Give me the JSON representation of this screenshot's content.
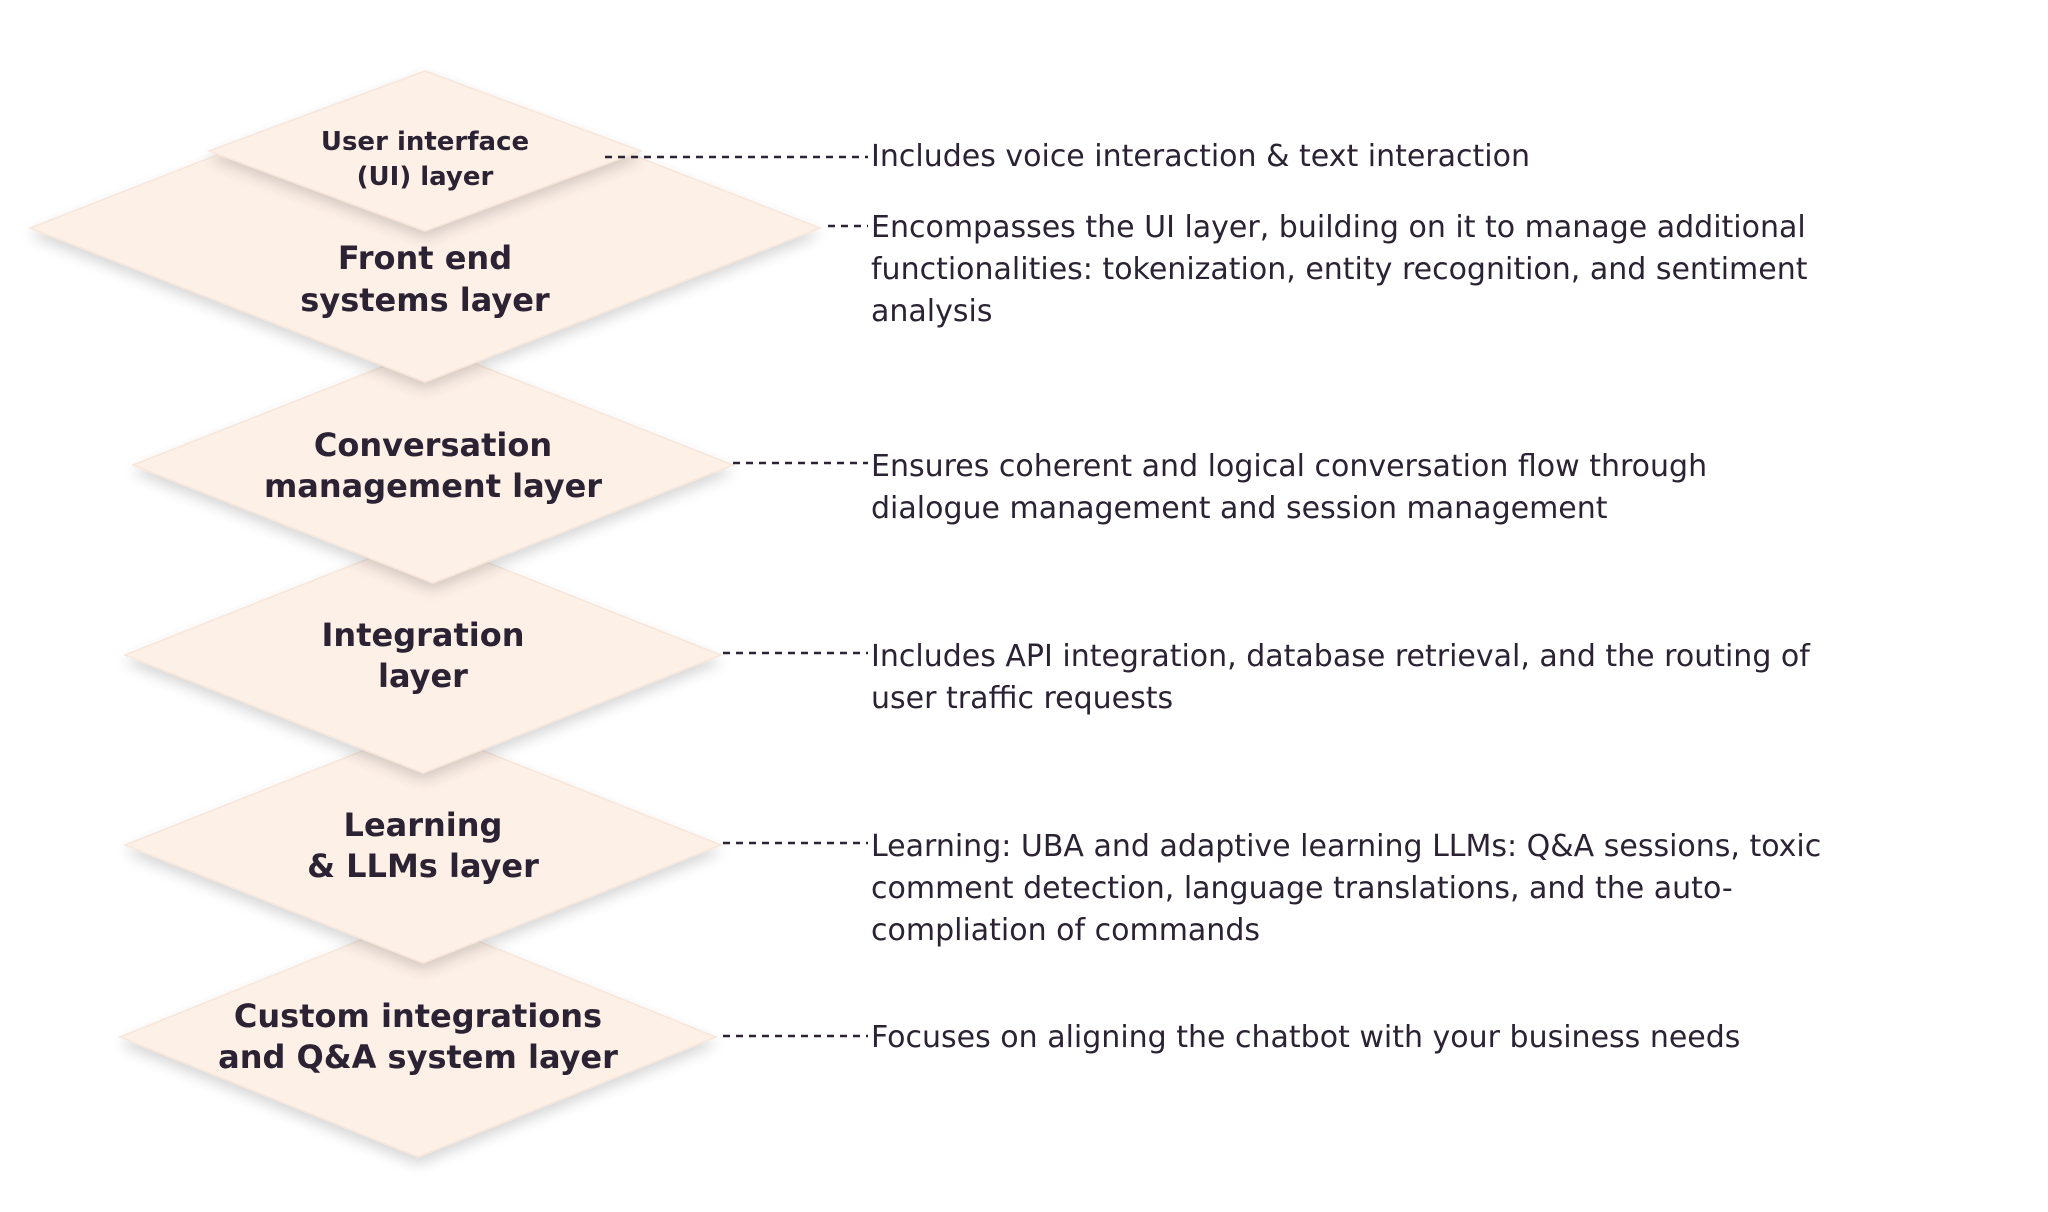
{
  "colors": {
    "diamond_fill": "#fdf0e7",
    "text": "#2b2233"
  },
  "layers": [
    {
      "id": "ui",
      "label_lines": [
        "User interface",
        "(UI) layer"
      ],
      "description_lines": [
        "Includes voice interaction & text interaction"
      ]
    },
    {
      "id": "front-end",
      "label_lines": [
        "Front end",
        "systems layer"
      ],
      "description_lines": [
        "Encompasses the UI layer, building on it to manage additional",
        "functionalities: tokenization, entity recognition, and sentiment",
        "analysis"
      ]
    },
    {
      "id": "conversation",
      "label_lines": [
        "Conversation",
        "management layer"
      ],
      "description_lines": [
        "Ensures coherent and logical conversation flow through",
        "dialogue management and session management"
      ]
    },
    {
      "id": "integration",
      "label_lines": [
        "Integration",
        "layer"
      ],
      "description_lines": [
        "Includes API integration, database retrieval, and the routing of",
        "user traffic requests"
      ]
    },
    {
      "id": "learning",
      "label_lines": [
        "Learning",
        "& LLMs layer"
      ],
      "description_lines": [
        "Learning: UBA and adaptive learning LLMs: Q&A sessions, toxic",
        "comment detection, language translations, and the auto-",
        "compliation of commands"
      ]
    },
    {
      "id": "custom",
      "label_lines": [
        "Custom integrations",
        "and Q&A system layer"
      ],
      "description_lines": [
        "Focuses on aligning the chatbot with your business needs"
      ]
    }
  ]
}
